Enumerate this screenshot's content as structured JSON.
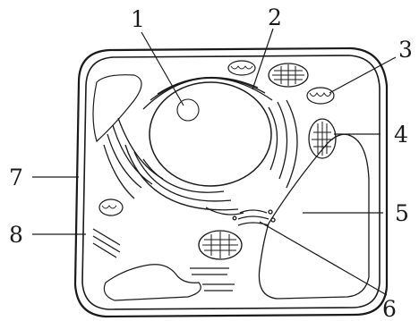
{
  "labels": [
    {
      "id": "1",
      "text": "1"
    },
    {
      "id": "2",
      "text": "2"
    },
    {
      "id": "3",
      "text": "3"
    },
    {
      "id": "4",
      "text": "4"
    },
    {
      "id": "5",
      "text": "5"
    },
    {
      "id": "6",
      "text": "6"
    },
    {
      "id": "7",
      "text": "7"
    },
    {
      "id": "8",
      "text": "8"
    }
  ],
  "colors": {
    "ink": "#1a1a1a",
    "background": "#ffffff",
    "stipple": "#555555"
  }
}
